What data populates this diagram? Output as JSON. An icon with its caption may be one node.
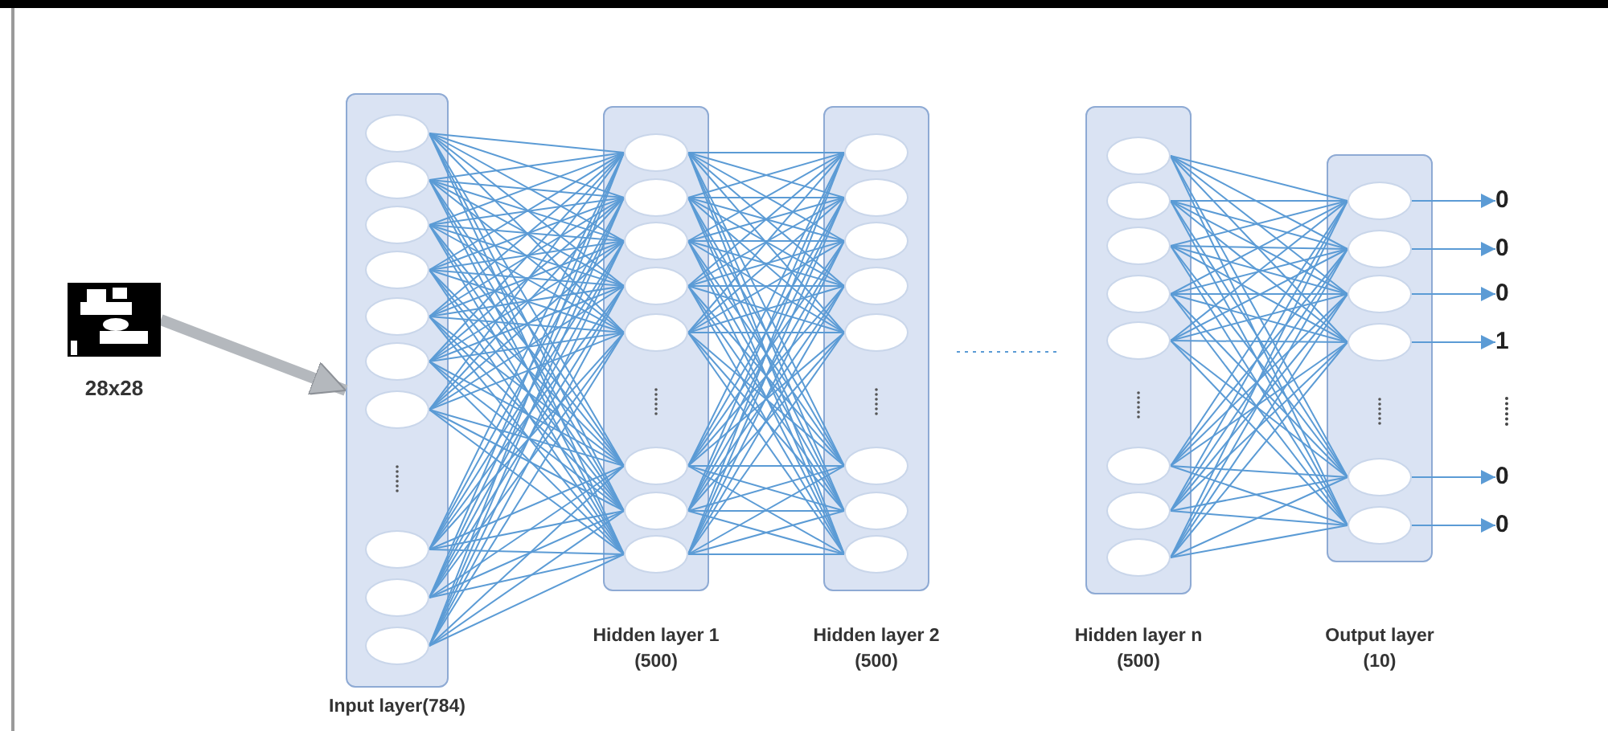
{
  "diagram": {
    "nodes": [
      {
        "text": [],
        "shape": "picture",
        "beside": [
          "28x28"
        ]
      },
      {
        "text": [
          "Input layer(784)"
        ]
      },
      {
        "text": [],
        "shape": "circle",
        "in": 1
      },
      {
        "text": [],
        "shape": "circle",
        "in": 1
      },
      {
        "text": [],
        "shape": "circle",
        "in": 1
      },
      {
        "text": [],
        "shape": "circle",
        "in": 1
      },
      {
        "text": [],
        "shape": "circle",
        "in": 1
      },
      {
        "text": [],
        "shape": "circle",
        "in": 1
      },
      {
        "text": [],
        "shape": "circle",
        "in": 1
      },
      {
        "text": [],
        "shape": "circle",
        "in": 1
      },
      {
        "text": [],
        "shape": "circle",
        "in": 1
      },
      {
        "text": [],
        "shape": "circle",
        "in": 1
      },
      {
        "text": [
          "Hidden layer 1 (500)"
        ]
      },
      {
        "text": [],
        "shape": "circle",
        "in": 12
      },
      {
        "text": [],
        "shape": "circle",
        "in": 12
      },
      {
        "text": [],
        "shape": "circle",
        "in": 12
      },
      {
        "text": [],
        "shape": "circle",
        "in": 12
      },
      {
        "text": [],
        "shape": "circle",
        "in": 12
      },
      {
        "text": [],
        "shape": "circle",
        "in": 12
      },
      {
        "text": [],
        "shape": "circle",
        "in": 12
      },
      {
        "text": [],
        "shape": "circle",
        "in": 12
      },
      {
        "text": [
          "Hidden layer 2 (500)"
        ]
      },
      {
        "text": [],
        "shape": "circle",
        "in": 21
      },
      {
        "text": [],
        "shape": "circle",
        "in": 21
      },
      {
        "text": [],
        "shape": "circle",
        "in": 21
      },
      {
        "text": [],
        "shape": "circle",
        "in": 21
      },
      {
        "text": [],
        "shape": "circle",
        "in": 21
      },
      {
        "text": [],
        "shape": "circle",
        "in": 21
      },
      {
        "text": [],
        "shape": "circle",
        "in": 21
      },
      {
        "text": [],
        "shape": "circle",
        "in": 21
      },
      {
        "text": [
          "Hidden layer n (500)"
        ]
      },
      {
        "text": [],
        "shape": "circle",
        "in": 30
      },
      {
        "text": [],
        "shape": "circle",
        "in": 30
      },
      {
        "text": [],
        "shape": "circle",
        "in": 30
      },
      {
        "text": [],
        "shape": "circle",
        "in": 30
      },
      {
        "text": [],
        "shape": "circle",
        "in": 30
      },
      {
        "text": [],
        "shape": "circle",
        "in": 30
      },
      {
        "text": [],
        "shape": "circle",
        "in": 30
      },
      {
        "text": [],
        "shape": "circle",
        "in": 30
      },
      {
        "text": [
          "Output layer (10)"
        ]
      },
      {
        "text": [],
        "shape": "circle",
        "in": 39
      },
      {
        "text": [],
        "shape": "circle",
        "in": 39
      },
      {
        "text": [],
        "shape": "circle",
        "in": 39
      },
      {
        "text": [],
        "shape": "circle",
        "in": 39
      },
      {
        "text": [],
        "shape": "circle",
        "in": 39
      },
      {
        "text": [],
        "shape": "circle",
        "in": 39
      },
      {
        "text": [
          "0"
        ]
      },
      {
        "text": [
          "0"
        ]
      },
      {
        "text": [
          "0"
        ]
      },
      {
        "text": [
          "1"
        ]
      },
      {
        "text": [
          "0"
        ]
      },
      {
        "text": [
          "0"
        ]
      }
    ],
    "edges": [
      {
        "from": 0,
        "to": 1,
        "arrow": "to",
        "style": "thick",
        "color": "#b4b8bd"
      },
      {
        "from": 2,
        "to": 13,
        "arrow": "none"
      },
      {
        "from": 2,
        "to": 14,
        "arrow": "none"
      },
      {
        "from": 2,
        "to": 15,
        "arrow": "none"
      },
      {
        "from": 2,
        "to": 16,
        "arrow": "none"
      },
      {
        "from": 2,
        "to": 17,
        "arrow": "none"
      },
      {
        "from": 2,
        "to": 18,
        "arrow": "none"
      },
      {
        "from": 2,
        "to": 19,
        "arrow": "none"
      },
      {
        "from": 2,
        "to": 20,
        "arrow": "none"
      },
      {
        "from": 3,
        "to": 13,
        "arrow": "none"
      },
      {
        "from": 3,
        "to": 14,
        "arrow": "none"
      },
      {
        "from": 3,
        "to": 15,
        "arrow": "none"
      },
      {
        "from": 3,
        "to": 16,
        "arrow": "none"
      },
      {
        "from": 3,
        "to": 17,
        "arrow": "none"
      },
      {
        "from": 3,
        "to": 18,
        "arrow": "none"
      },
      {
        "from": 3,
        "to": 19,
        "arrow": "none"
      },
      {
        "from": 3,
        "to": 20,
        "arrow": "none"
      },
      {
        "from": 4,
        "to": 13,
        "arrow": "none"
      },
      {
        "from": 4,
        "to": 14,
        "arrow": "none"
      },
      {
        "from": 4,
        "to": 15,
        "arrow": "none"
      },
      {
        "from": 4,
        "to": 16,
        "arrow": "none"
      },
      {
        "from": 4,
        "to": 17,
        "arrow": "none"
      },
      {
        "from": 4,
        "to": 18,
        "arrow": "none"
      },
      {
        "from": 4,
        "to": 19,
        "arrow": "none"
      },
      {
        "from": 4,
        "to": 20,
        "arrow": "none"
      },
      {
        "from": 5,
        "to": 13,
        "arrow": "none"
      },
      {
        "from": 5,
        "to": 14,
        "arrow": "none"
      },
      {
        "from": 5,
        "to": 15,
        "arrow": "none"
      },
      {
        "from": 5,
        "to": 16,
        "arrow": "none"
      },
      {
        "from": 5,
        "to": 17,
        "arrow": "none"
      },
      {
        "from": 5,
        "to": 18,
        "arrow": "none"
      },
      {
        "from": 5,
        "to": 19,
        "arrow": "none"
      },
      {
        "from": 5,
        "to": 20,
        "arrow": "none"
      },
      {
        "from": 6,
        "to": 13,
        "arrow": "none"
      },
      {
        "from": 6,
        "to": 14,
        "arrow": "none"
      },
      {
        "from": 6,
        "to": 15,
        "arrow": "none"
      },
      {
        "from": 6,
        "to": 16,
        "arrow": "none"
      },
      {
        "from": 6,
        "to": 17,
        "arrow": "none"
      },
      {
        "from": 6,
        "to": 18,
        "arrow": "none"
      },
      {
        "from": 6,
        "to": 19,
        "arrow": "none"
      },
      {
        "from": 6,
        "to": 20,
        "arrow": "none"
      },
      {
        "from": 7,
        "to": 13,
        "arrow": "none"
      },
      {
        "from": 7,
        "to": 14,
        "arrow": "none"
      },
      {
        "from": 7,
        "to": 15,
        "arrow": "none"
      },
      {
        "from": 7,
        "to": 16,
        "arrow": "none"
      },
      {
        "from": 7,
        "to": 17,
        "arrow": "none"
      },
      {
        "from": 7,
        "to": 18,
        "arrow": "none"
      },
      {
        "from": 7,
        "to": 19,
        "arrow": "none"
      },
      {
        "from": 7,
        "to": 20,
        "arrow": "none"
      },
      {
        "from": 8,
        "to": 13,
        "arrow": "none"
      },
      {
        "from": 8,
        "to": 14,
        "arrow": "none"
      },
      {
        "from": 8,
        "to": 15,
        "arrow": "none"
      },
      {
        "from": 8,
        "to": 16,
        "arrow": "none"
      },
      {
        "from": 8,
        "to": 17,
        "arrow": "none"
      },
      {
        "from": 8,
        "to": 18,
        "arrow": "none"
      },
      {
        "from": 8,
        "to": 19,
        "arrow": "none"
      },
      {
        "from": 8,
        "to": 20,
        "arrow": "none"
      },
      {
        "from": 9,
        "to": 13,
        "arrow": "none"
      },
      {
        "from": 9,
        "to": 14,
        "arrow": "none"
      },
      {
        "from": 9,
        "to": 15,
        "arrow": "none"
      },
      {
        "from": 9,
        "to": 16,
        "arrow": "none"
      },
      {
        "from": 9,
        "to": 17,
        "arrow": "none"
      },
      {
        "from": 9,
        "to": 18,
        "arrow": "none"
      },
      {
        "from": 9,
        "to": 19,
        "arrow": "none"
      },
      {
        "from": 9,
        "to": 20,
        "arrow": "none"
      },
      {
        "from": 10,
        "to": 13,
        "arrow": "none"
      },
      {
        "from": 10,
        "to": 14,
        "arrow": "none"
      },
      {
        "from": 10,
        "to": 15,
        "arrow": "none"
      },
      {
        "from": 10,
        "to": 16,
        "arrow": "none"
      },
      {
        "from": 10,
        "to": 17,
        "arrow": "none"
      },
      {
        "from": 10,
        "to": 18,
        "arrow": "none"
      },
      {
        "from": 10,
        "to": 19,
        "arrow": "none"
      },
      {
        "from": 10,
        "to": 20,
        "arrow": "none"
      },
      {
        "from": 11,
        "to": 13,
        "arrow": "none"
      },
      {
        "from": 11,
        "to": 14,
        "arrow": "none"
      },
      {
        "from": 11,
        "to": 15,
        "arrow": "none"
      },
      {
        "from": 11,
        "to": 16,
        "arrow": "none"
      },
      {
        "from": 11,
        "to": 17,
        "arrow": "none"
      },
      {
        "from": 11,
        "to": 18,
        "arrow": "none"
      },
      {
        "from": 11,
        "to": 19,
        "arrow": "none"
      },
      {
        "from": 11,
        "to": 20,
        "arrow": "none"
      },
      {
        "from": 13,
        "to": 22,
        "arrow": "none"
      },
      {
        "from": 13,
        "to": 23,
        "arrow": "none"
      },
      {
        "from": 13,
        "to": 24,
        "arrow": "none"
      },
      {
        "from": 13,
        "to": 25,
        "arrow": "none"
      },
      {
        "from": 13,
        "to": 26,
        "arrow": "none"
      },
      {
        "from": 13,
        "to": 27,
        "arrow": "none"
      },
      {
        "from": 13,
        "to": 28,
        "arrow": "none"
      },
      {
        "from": 13,
        "to": 29,
        "arrow": "none"
      },
      {
        "from": 14,
        "to": 22,
        "arrow": "none"
      },
      {
        "from": 14,
        "to": 23,
        "arrow": "none"
      },
      {
        "from": 14,
        "to": 24,
        "arrow": "none"
      },
      {
        "from": 14,
        "to": 25,
        "arrow": "none"
      },
      {
        "from": 14,
        "to": 26,
        "arrow": "none"
      },
      {
        "from": 14,
        "to": 27,
        "arrow": "none"
      },
      {
        "from": 14,
        "to": 28,
        "arrow": "none"
      },
      {
        "from": 14,
        "to": 29,
        "arrow": "none"
      },
      {
        "from": 15,
        "to": 22,
        "arrow": "none"
      },
      {
        "from": 15,
        "to": 23,
        "arrow": "none"
      },
      {
        "from": 15,
        "to": 24,
        "arrow": "none"
      },
      {
        "from": 15,
        "to": 25,
        "arrow": "none"
      },
      {
        "from": 15,
        "to": 26,
        "arrow": "none"
      },
      {
        "from": 15,
        "to": 27,
        "arrow": "none"
      },
      {
        "from": 15,
        "to": 28,
        "arrow": "none"
      },
      {
        "from": 15,
        "to": 29,
        "arrow": "none"
      },
      {
        "from": 16,
        "to": 22,
        "arrow": "none"
      },
      {
        "from": 16,
        "to": 23,
        "arrow": "none"
      },
      {
        "from": 16,
        "to": 24,
        "arrow": "none"
      },
      {
        "from": 16,
        "to": 25,
        "arrow": "none"
      },
      {
        "from": 16,
        "to": 26,
        "arrow": "none"
      },
      {
        "from": 16,
        "to": 27,
        "arrow": "none"
      },
      {
        "from": 16,
        "to": 28,
        "arrow": "none"
      },
      {
        "from": 16,
        "to": 29,
        "arrow": "none"
      },
      {
        "from": 17,
        "to": 22,
        "arrow": "none"
      },
      {
        "from": 17,
        "to": 23,
        "arrow": "none"
      },
      {
        "from": 17,
        "to": 24,
        "arrow": "none"
      },
      {
        "from": 17,
        "to": 25,
        "arrow": "none"
      },
      {
        "from": 17,
        "to": 26,
        "arrow": "none"
      },
      {
        "from": 17,
        "to": 27,
        "arrow": "none"
      },
      {
        "from": 17,
        "to": 28,
        "arrow": "none"
      },
      {
        "from": 17,
        "to": 29,
        "arrow": "none"
      },
      {
        "from": 18,
        "to": 22,
        "arrow": "none"
      },
      {
        "from": 18,
        "to": 23,
        "arrow": "none"
      },
      {
        "from": 18,
        "to": 24,
        "arrow": "none"
      },
      {
        "from": 18,
        "to": 25,
        "arrow": "none"
      },
      {
        "from": 18,
        "to": 26,
        "arrow": "none"
      },
      {
        "from": 18,
        "to": 27,
        "arrow": "none"
      },
      {
        "from": 18,
        "to": 28,
        "arrow": "none"
      },
      {
        "from": 18,
        "to": 29,
        "arrow": "none"
      },
      {
        "from": 19,
        "to": 22,
        "arrow": "none"
      },
      {
        "from": 19,
        "to": 23,
        "arrow": "none"
      },
      {
        "from": 19,
        "to": 24,
        "arrow": "none"
      },
      {
        "from": 19,
        "to": 25,
        "arrow": "none"
      },
      {
        "from": 19,
        "to": 26,
        "arrow": "none"
      },
      {
        "from": 19,
        "to": 27,
        "arrow": "none"
      },
      {
        "from": 19,
        "to": 28,
        "arrow": "none"
      },
      {
        "from": 19,
        "to": 29,
        "arrow": "none"
      },
      {
        "from": 20,
        "to": 22,
        "arrow": "none"
      },
      {
        "from": 20,
        "to": 23,
        "arrow": "none"
      },
      {
        "from": 20,
        "to": 24,
        "arrow": "none"
      },
      {
        "from": 20,
        "to": 25,
        "arrow": "none"
      },
      {
        "from": 20,
        "to": 26,
        "arrow": "none"
      },
      {
        "from": 20,
        "to": 27,
        "arrow": "none"
      },
      {
        "from": 20,
        "to": 28,
        "arrow": "none"
      },
      {
        "from": 20,
        "to": 29,
        "arrow": "none"
      },
      {
        "from": 31,
        "to": 40,
        "arrow": "none"
      },
      {
        "from": 31,
        "to": 41,
        "arrow": "none"
      },
      {
        "from": 31,
        "to": 42,
        "arrow": "none"
      },
      {
        "from": 31,
        "to": 43,
        "arrow": "none"
      },
      {
        "from": 31,
        "to": 44,
        "arrow": "none"
      },
      {
        "from": 31,
        "to": 45,
        "arrow": "none"
      },
      {
        "from": 32,
        "to": 40,
        "arrow": "none"
      },
      {
        "from": 32,
        "to": 41,
        "arrow": "none"
      },
      {
        "from": 32,
        "to": 42,
        "arrow": "none"
      },
      {
        "from": 32,
        "to": 43,
        "arrow": "none"
      },
      {
        "from": 32,
        "to": 44,
        "arrow": "none"
      },
      {
        "from": 32,
        "to": 45,
        "arrow": "none"
      },
      {
        "from": 33,
        "to": 40,
        "arrow": "none"
      },
      {
        "from": 33,
        "to": 41,
        "arrow": "none"
      },
      {
        "from": 33,
        "to": 42,
        "arrow": "none"
      },
      {
        "from": 33,
        "to": 43,
        "arrow": "none"
      },
      {
        "from": 33,
        "to": 44,
        "arrow": "none"
      },
      {
        "from": 33,
        "to": 45,
        "arrow": "none"
      },
      {
        "from": 34,
        "to": 40,
        "arrow": "none"
      },
      {
        "from": 34,
        "to": 41,
        "arrow": "none"
      },
      {
        "from": 34,
        "to": 42,
        "arrow": "none"
      },
      {
        "from": 34,
        "to": 43,
        "arrow": "none"
      },
      {
        "from": 34,
        "to": 44,
        "arrow": "none"
      },
      {
        "from": 34,
        "to": 45,
        "arrow": "none"
      },
      {
        "from": 35,
        "to": 40,
        "arrow": "none"
      },
      {
        "from": 35,
        "to": 41,
        "arrow": "none"
      },
      {
        "from": 35,
        "to": 42,
        "arrow": "none"
      },
      {
        "from": 35,
        "to": 43,
        "arrow": "none"
      },
      {
        "from": 35,
        "to": 44,
        "arrow": "none"
      },
      {
        "from": 35,
        "to": 45,
        "arrow": "none"
      },
      {
        "from": 36,
        "to": 40,
        "arrow": "none"
      },
      {
        "from": 36,
        "to": 41,
        "arrow": "none"
      },
      {
        "from": 36,
        "to": 42,
        "arrow": "none"
      },
      {
        "from": 36,
        "to": 43,
        "arrow": "none"
      },
      {
        "from": 36,
        "to": 44,
        "arrow": "none"
      },
      {
        "from": 36,
        "to": 45,
        "arrow": "none"
      },
      {
        "from": 37,
        "to": 40,
        "arrow": "none"
      },
      {
        "from": 37,
        "to": 41,
        "arrow": "none"
      },
      {
        "from": 37,
        "to": 42,
        "arrow": "none"
      },
      {
        "from": 37,
        "to": 43,
        "arrow": "none"
      },
      {
        "from": 37,
        "to": 44,
        "arrow": "none"
      },
      {
        "from": 37,
        "to": 45,
        "arrow": "none"
      },
      {
        "from": 38,
        "to": 40,
        "arrow": "none"
      },
      {
        "from": 38,
        "to": 41,
        "arrow": "none"
      },
      {
        "from": 38,
        "to": 42,
        "arrow": "none"
      },
      {
        "from": 38,
        "to": 43,
        "arrow": "none"
      },
      {
        "from": 38,
        "to": 44,
        "arrow": "none"
      },
      {
        "from": 38,
        "to": 45,
        "arrow": "none"
      },
      {
        "from": 40,
        "to": 46,
        "arrow": "to"
      },
      {
        "from": 41,
        "to": 47,
        "arrow": "to"
      },
      {
        "from": 42,
        "to": 48,
        "arrow": "to"
      },
      {
        "from": 43,
        "to": 49,
        "arrow": "to"
      },
      {
        "from": 44,
        "to": 50,
        "arrow": "to"
      },
      {
        "from": 45,
        "to": 51,
        "arrow": "to"
      }
    ]
  }
}
